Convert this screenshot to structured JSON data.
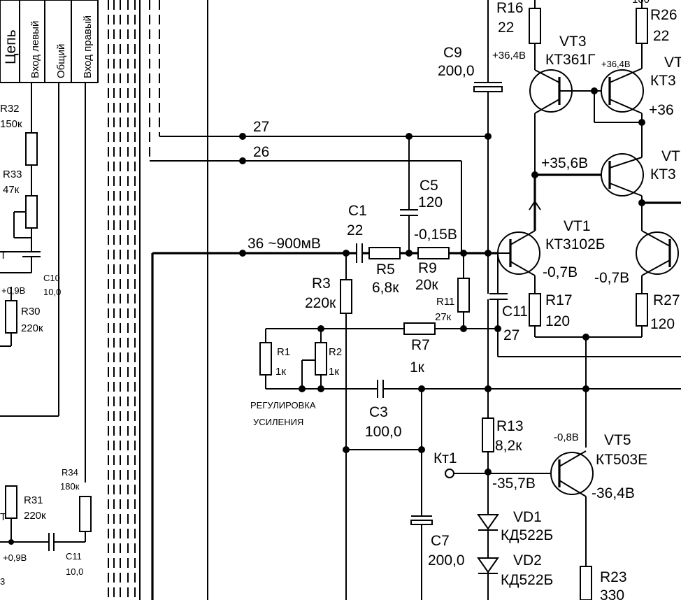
{
  "connector": {
    "header": "Цепь",
    "pins": [
      "Вход левый",
      "Общий",
      "Вход правый"
    ]
  },
  "nets": {
    "n27": "27",
    "n26": "26",
    "n36": "36 ~900мВ"
  },
  "components": {
    "R32": {
      "ref": "R32",
      "val": "150к"
    },
    "R33": {
      "ref": "R33",
      "val": "47к"
    },
    "C10": {
      "ref": "C10",
      "val": "10,0"
    },
    "R30": {
      "ref": "R30",
      "val": "220к"
    },
    "R31": {
      "ref": "R31",
      "val": "220к"
    },
    "R34": {
      "ref": "R34",
      "val": "180к"
    },
    "C11L": {
      "ref": "C11",
      "val": "10,0"
    },
    "C1": {
      "ref": "C1",
      "val": "22"
    },
    "R5": {
      "ref": "R5",
      "val": "6,8к"
    },
    "R9": {
      "ref": "R9",
      "val": "20к"
    },
    "R3": {
      "ref": "R3",
      "val": "220к"
    },
    "C5": {
      "ref": "C5",
      "val": "120"
    },
    "R11": {
      "ref": "R11",
      "val": "27к"
    },
    "R7": {
      "ref": "R7",
      "val": "1к"
    },
    "R1": {
      "ref": "R1",
      "val": "1к"
    },
    "R2": {
      "ref": "R2",
      "val": "1к"
    },
    "C3": {
      "ref": "C3",
      "val": "100,0"
    },
    "C9": {
      "ref": "C9",
      "val": "200,0"
    },
    "R16": {
      "ref": "R16",
      "val": "22"
    },
    "R26": {
      "ref": "R26",
      "val": "22"
    },
    "VT3": {
      "ref": "VT3",
      "val": "КТ361Г"
    },
    "VT1": {
      "ref": "VT1",
      "val": "КТ3102Б"
    },
    "C11": {
      "ref": "C11",
      "val": "27"
    },
    "R17": {
      "ref": "R17",
      "val": "120"
    },
    "R27": {
      "ref": "R27",
      "val": "120"
    },
    "R13": {
      "ref": "R13",
      "val": "8,2к"
    },
    "VT5": {
      "ref": "VT5",
      "val": "КТ503Е"
    },
    "VD1": {
      "ref": "VD1",
      "val": "КД522Б"
    },
    "VD2": {
      "ref": "VD2",
      "val": "КД522Б"
    },
    "C7": {
      "ref": "C7",
      "val": "200,0"
    },
    "R23": {
      "ref": "R23",
      "val": "330"
    }
  },
  "partial": {
    "vt_top_right": "VT",
    "vt_top_right_type": "КТ3",
    "vt_mid_right": "VT",
    "vt_mid_right_type": "КТ3",
    "top_100": "100",
    "left_t1": "Т",
    "left_t2": "Т",
    "left_3": "3"
  },
  "voltages": {
    "v1": "+36,4В",
    "v2": "+36,4В",
    "v3": "+36",
    "v4": "+35,6В",
    "v5": "-0,15В",
    "v6": "-0,7В",
    "v7": "-0,7В",
    "v8": "-0,8В",
    "v9": "-35,7В",
    "v10": "-36,4В",
    "v11": "+0,9В",
    "v12": "+0,9В"
  },
  "labels": {
    "gain_adj_1": "РЕГУЛИРОВКА",
    "gain_adj_2": "УСИЛЕНИЯ",
    "kt1": "Кт1"
  }
}
